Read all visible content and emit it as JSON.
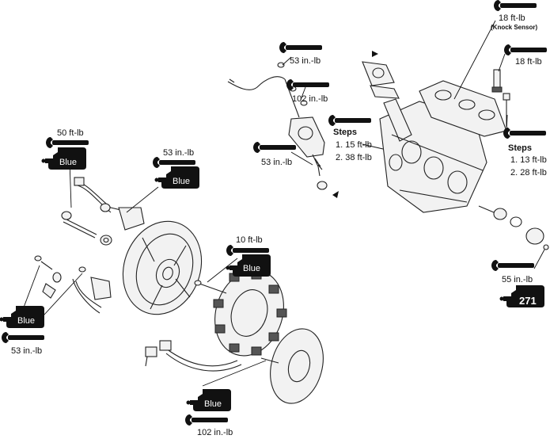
{
  "callouts": {
    "left_flywheel_bolt_torque": "50 ft-lb",
    "left_flywheel_bolt_thread": "Blue",
    "left_sensor_torque": "53 in.-lb",
    "left_sensor_thread": "Blue",
    "left_lower_thread": "Blue",
    "left_lower_torque": "53 in.-lb",
    "stator_torque": "10 ft-lb",
    "stator_thread": "Blue",
    "lower_plate_thread": "Blue",
    "lower_plate_torque": "102 in.-lb",
    "throttle_top_torque": "53 in.-lb",
    "throttle_mid_torque": "102 in.-lb",
    "throttle_low_torque": "53 in.-lb",
    "head_steps_title": "Steps",
    "head_steps_1": "1. 15 ft-lb",
    "head_steps_2": "2. 38 ft-lb",
    "knock_sensor_torque": "18 ft-lb",
    "knock_sensor_label": "(Knock Sensor)",
    "spark_plug_torque": "18 ft-lb",
    "cover_steps_title": "Steps",
    "cover_steps_1": "1. 13 ft-lb",
    "cover_steps_2": "2. 28 ft-lb",
    "pump_torque": "55 in.-lb",
    "pump_thread": "271"
  },
  "icons": {
    "torque": "wrench-icon",
    "threadlock": "threadlocker-bottle-icon"
  },
  "colors": {
    "line": "#111111",
    "tag_fill": "#111111",
    "tag_text": "#ffffff"
  }
}
